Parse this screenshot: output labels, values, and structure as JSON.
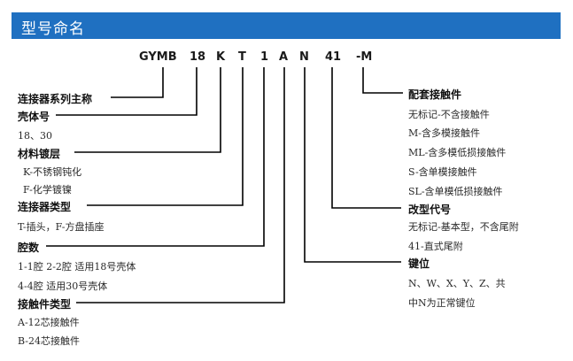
{
  "header": {
    "title": "型号命名"
  },
  "model_code": {
    "segments": [
      "GYMB",
      "18",
      "K",
      "T",
      "1",
      "A",
      "N",
      "41",
      "-M"
    ]
  },
  "left_groups": [
    {
      "title": "连接器系列主称",
      "lines": []
    },
    {
      "title": "壳体号",
      "lines": [
        "18、30"
      ]
    },
    {
      "title": "材料镀层",
      "lines": [
        "K-不锈钢钝化",
        "F-化学镀镍"
      ]
    },
    {
      "title": "连接器类型",
      "lines": [
        "T-插头，F-方盘插座"
      ]
    },
    {
      "title": "腔数",
      "lines": [
        "1-1腔  2-2腔   适用18号壳体",
        "4-4腔          适用30号壳体"
      ]
    },
    {
      "title": "接触件类型",
      "lines": [
        "A-12芯接触件",
        "B-24芯接触件"
      ]
    }
  ],
  "right_groups": [
    {
      "title": "配套接触件",
      "lines": [
        "无标记-不含接触件",
        "M-含多模接触件",
        "ML-含多模低损接触件",
        "S-含单模接触件",
        "SL-含单模低损接触件"
      ]
    },
    {
      "title": "改型代号",
      "lines": [
        "无标记-基本型，不含尾附",
        "41-直式尾附"
      ]
    },
    {
      "title": "键位",
      "lines": [
        "N、W、X、Y、Z、共",
        "中N为正常键位"
      ]
    }
  ],
  "colors": {
    "header_bg": "#1f70c1",
    "line": "#000000"
  }
}
